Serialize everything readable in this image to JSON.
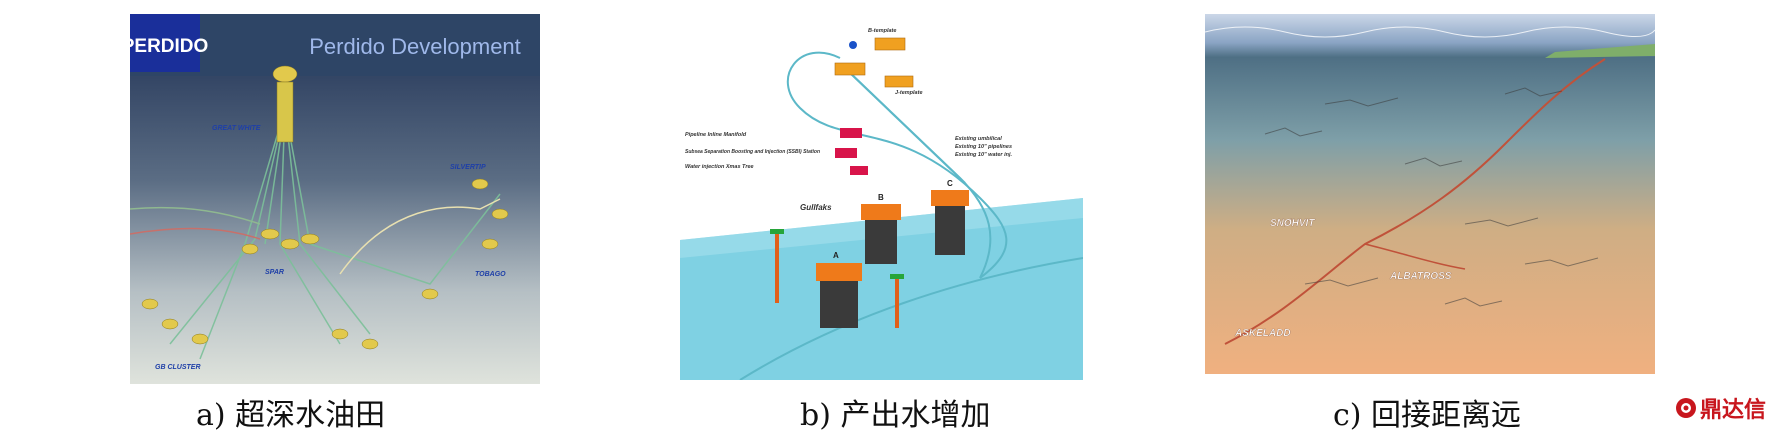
{
  "panels": [
    {
      "caption": "a) 超深水油田",
      "image": {
        "logo": "PERDIDO",
        "title": "Perdido Development",
        "labels": [
          "GREAT WHITE",
          "TOBAGO",
          "SILVERTIP",
          "GB CLUSTER",
          "SPAR"
        ]
      }
    },
    {
      "caption": "b) 产出水增加",
      "image": {
        "labels": [
          "B-template",
          "J-template",
          "Existing umbilical",
          "Existing 10\" pipelines",
          "Existing 10\" water inj.",
          "Pipeline Inline Manifold",
          "Subsea Separation Boosting and Injection (SSBI) Station",
          "Water injection Xmas Tree",
          "Gullfaks",
          "A",
          "B",
          "C"
        ]
      }
    },
    {
      "caption": "c) 回接距离远",
      "image": {
        "labels": [
          "SNØHVIT",
          "ALBATROSS",
          "ASKELADD"
        ]
      }
    }
  ],
  "watermark": {
    "text": "鼎达信",
    "color": "#c8161d"
  }
}
